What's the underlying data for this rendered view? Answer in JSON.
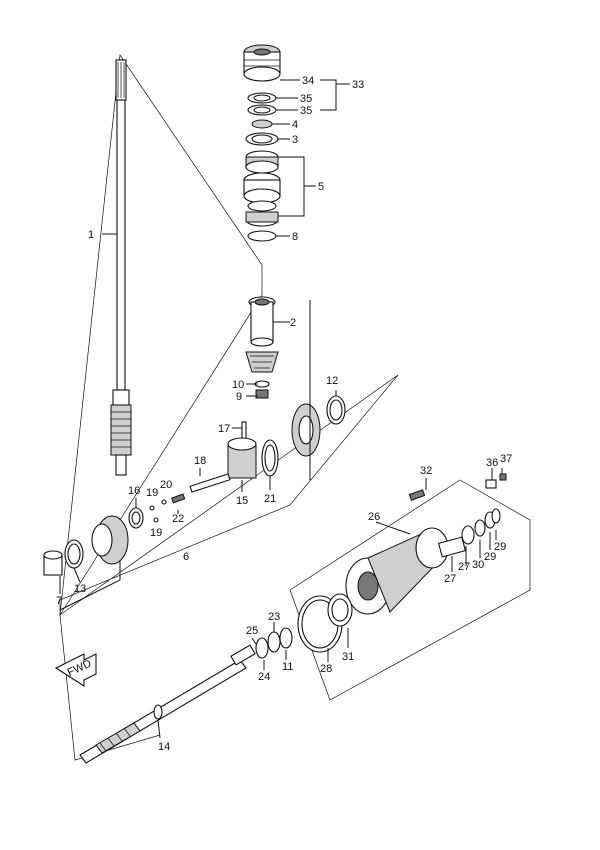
{
  "labels": {
    "p1": "1",
    "p2": "2",
    "p3": "3",
    "p4": "4",
    "p5": "5",
    "p6": "6",
    "p7": "7",
    "p8": "8",
    "p9": "9",
    "p10": "10",
    "p11": "11",
    "p12": "12",
    "p13": "13",
    "p14": "14",
    "p15": "15",
    "p16": "16",
    "p17": "17",
    "p18": "18",
    "p19a": "19",
    "p19b": "19",
    "p20": "20",
    "p21": "21",
    "p22": "22",
    "p23": "23",
    "p24": "24",
    "p25": "25",
    "p26": "26",
    "p27a": "27",
    "p27b": "27",
    "p28": "28",
    "p29a": "29",
    "p29b": "29",
    "p30": "30",
    "p31": "31",
    "p32": "32",
    "p33": "33",
    "p34": "34",
    "p35a": "35",
    "p35b": "35",
    "p36": "36",
    "p37": "37"
  },
  "fwd_marker": "FWD"
}
